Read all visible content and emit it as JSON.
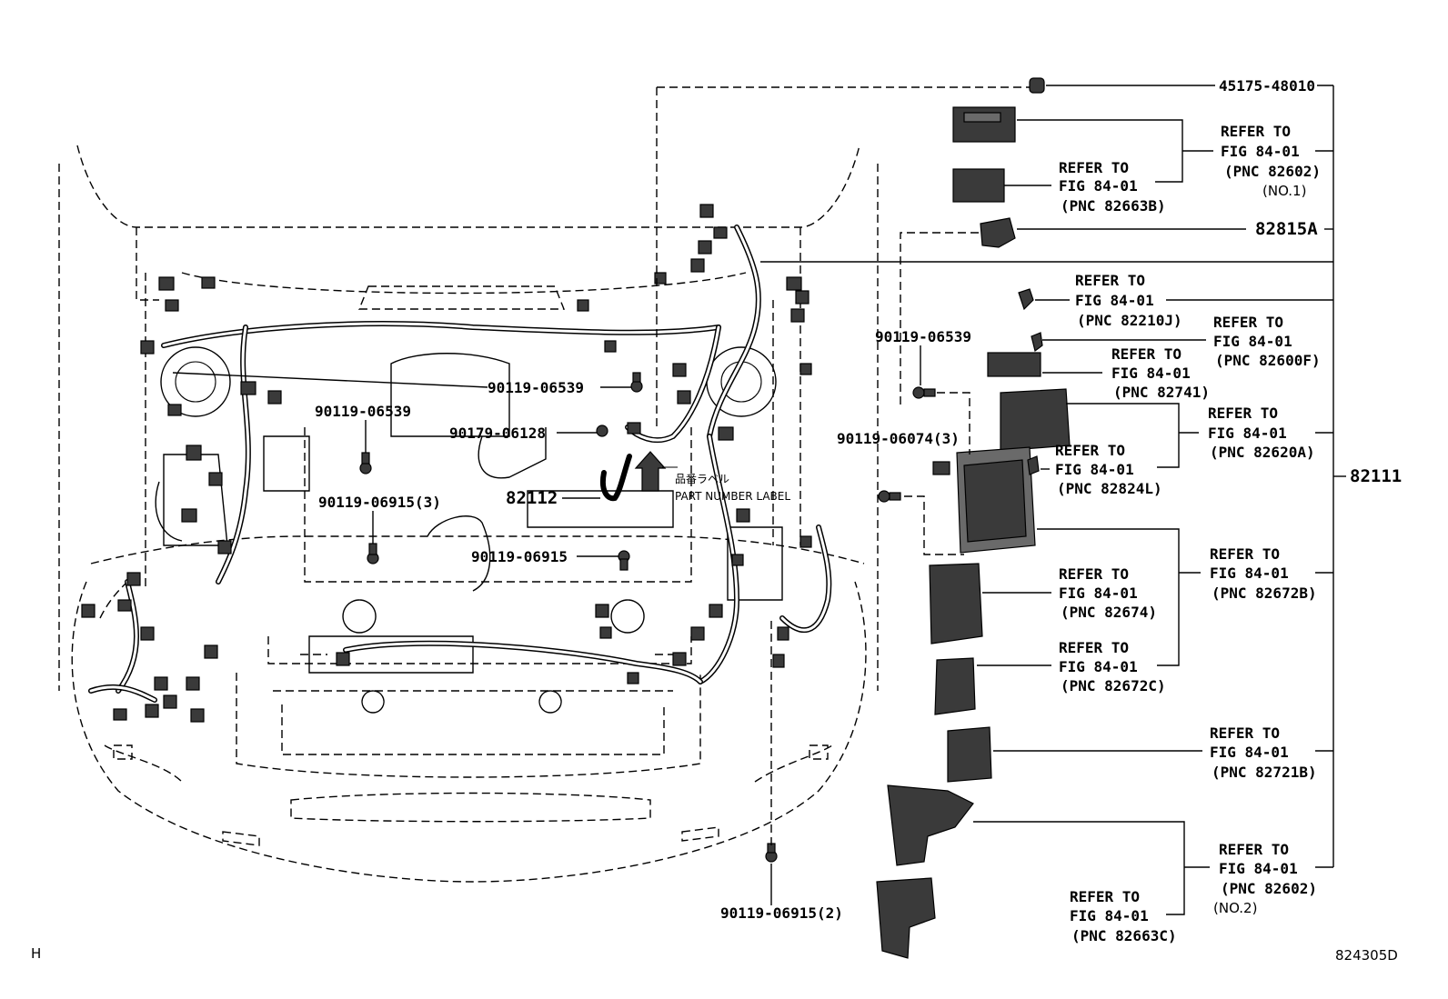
{
  "diagram": {
    "drawing_code": "824305D",
    "corner_mark": "H",
    "main_parts": {
      "p45175": "45175-48010",
      "p82815A": "82815A",
      "p82111": "82111",
      "p82112": "82112"
    },
    "fasteners": {
      "f1": "90119-06539",
      "f2": "90119-06539",
      "f3": "90179-06128",
      "f4": "90119-06915(3)",
      "f5": "90119-06915",
      "f6": "90119-06539",
      "f7": "90119-06074(3)",
      "f8": "90119-06915(2)"
    },
    "label_note": {
      "jp": "品番ラベル",
      "en": "PART NUMBER LABEL"
    },
    "refs": {
      "refer_to": "REFER TO",
      "fig": "FIG 84-01",
      "pnc_82602_1": "(PNC 82602)",
      "no1": "(NO.1)",
      "pnc_82663B": "(PNC 82663B)",
      "pnc_82210J": "(PNC 82210J)",
      "pnc_82600F": "(PNC 82600F)",
      "pnc_82741": "(PNC 82741)",
      "pnc_82620A": "(PNC 82620A)",
      "pnc_82824L": "(PNC 82824L)",
      "pnc_82672B": "(PNC 82672B)",
      "pnc_82674": "(PNC 82674)",
      "pnc_82672C": "(PNC 82672C)",
      "pnc_82721B": "(PNC 82721B)",
      "pnc_82602_2": "(PNC 82602)",
      "no2": "(NO.2)",
      "pnc_82663C": "(PNC 82663C)"
    }
  }
}
